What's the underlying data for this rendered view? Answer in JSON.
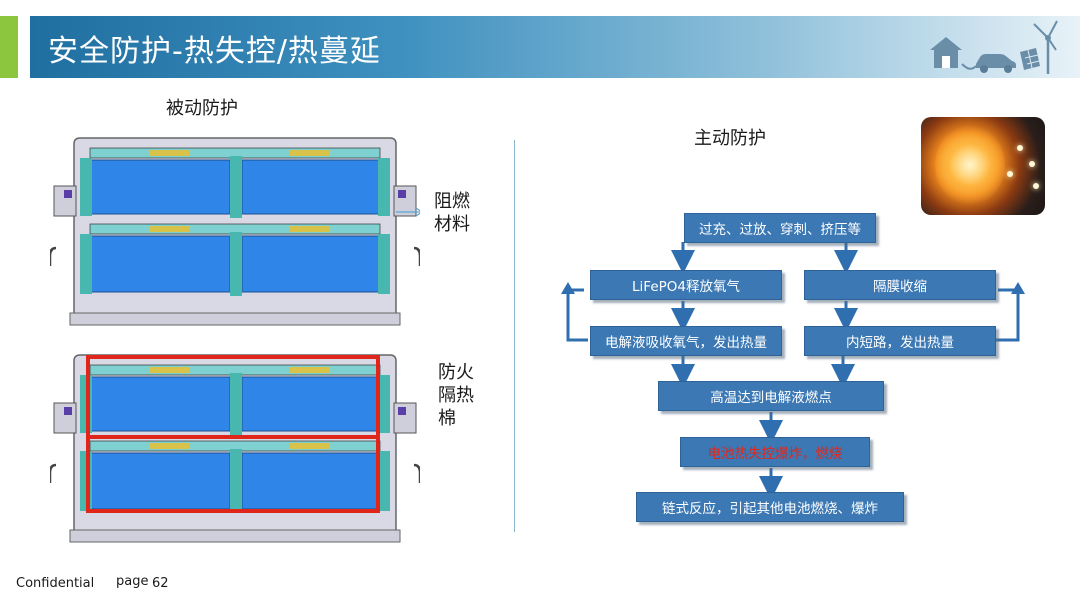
{
  "header": {
    "title": "安全防护-热失控/热蔓延",
    "decor_icons": [
      "house-icon",
      "car-icon",
      "solar-panel-icon",
      "wind-turbine-icon"
    ]
  },
  "passive": {
    "heading": "被动防护",
    "label_flame_retardant": [
      "阻燃",
      "材料"
    ],
    "label_fire_insulation": [
      "防火",
      "隔热",
      "棉"
    ]
  },
  "active": {
    "heading": "主动防护",
    "flow": {
      "cause": "过充、过放、穿刺、挤压等",
      "oxygen_release": "LiFePO4释放氧气",
      "separator_shrink": "隔膜收缩",
      "electrolyte_heat": "电解液吸收氧气，发出热量",
      "short_circuit": "内短路，发出热量",
      "ignition": "高温达到电解液燃点",
      "explosion": "电池热失控爆炸，燃烧",
      "chain": "链式反应，引起其他电池燃烧、爆炸"
    }
  },
  "footer": {
    "confidential": "Confidential",
    "page_label": "page",
    "page_number": "62"
  },
  "colors": {
    "accent_green": "#8cc63f",
    "title_blue": "#1f6fa0",
    "flow_box": "#3b78b4",
    "arrow": "#2f6fb0",
    "highlight_red": "#e0261b",
    "cell_blue": "#2f86e8"
  }
}
